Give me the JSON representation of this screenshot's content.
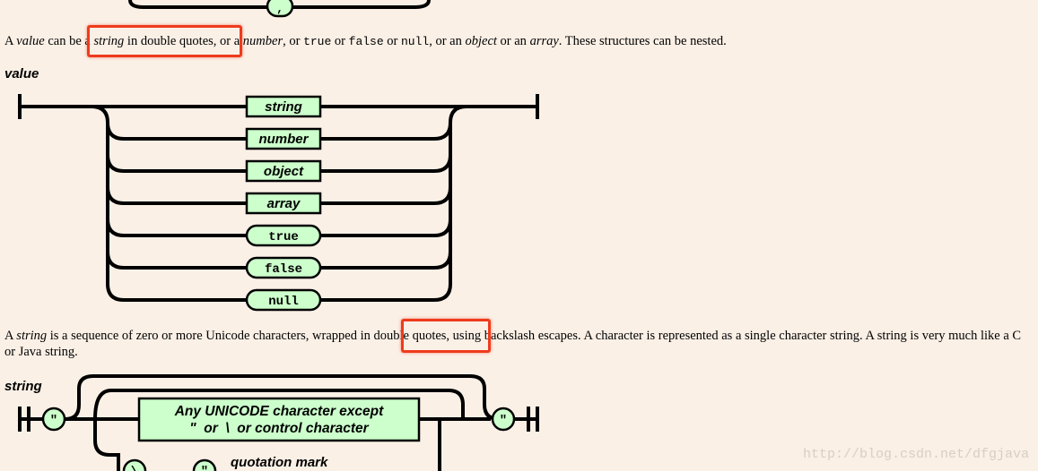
{
  "value_para": {
    "t1": "A ",
    "e1": "value",
    "t2": " can be a ",
    "e2": "string",
    "t3": " in double quotes, or a ",
    "e3": "number",
    "t4": ", or ",
    "c1": "true",
    "t5": " or ",
    "c2": "false",
    "t6": " or ",
    "c3": "null",
    "t7": ", or an ",
    "e4": "object",
    "t8": " or an ",
    "e5": "array",
    "t9": ". These structures can be nested."
  },
  "value_heading": "value",
  "value_diagram": {
    "rules": [
      "string",
      "number",
      "object",
      "array"
    ],
    "tokens": [
      "true",
      "false",
      "null"
    ]
  },
  "string_para": {
    "t1": "A ",
    "e1": "string",
    "t2": " is a sequence of zero or more Unicode characters, wrapped in double quotes, using backslash escapes. A character is represented as a single character string. A string is very much like a C or Java string."
  },
  "string_heading": "string",
  "string_diagram": {
    "quote": "\"",
    "box_line1": "Any UNICODE character except",
    "box_line2": "\"  or  \\  or control character",
    "escape": "\\",
    "escape_quote": "\"",
    "escape_label": "quotation mark"
  },
  "top_token": ",",
  "watermark": "http://blog.csdn.net/dfgjava",
  "colors": {
    "background": "#faf0e6",
    "box_fill": "#ccffcc",
    "highlight": "#ef3b1c"
  }
}
